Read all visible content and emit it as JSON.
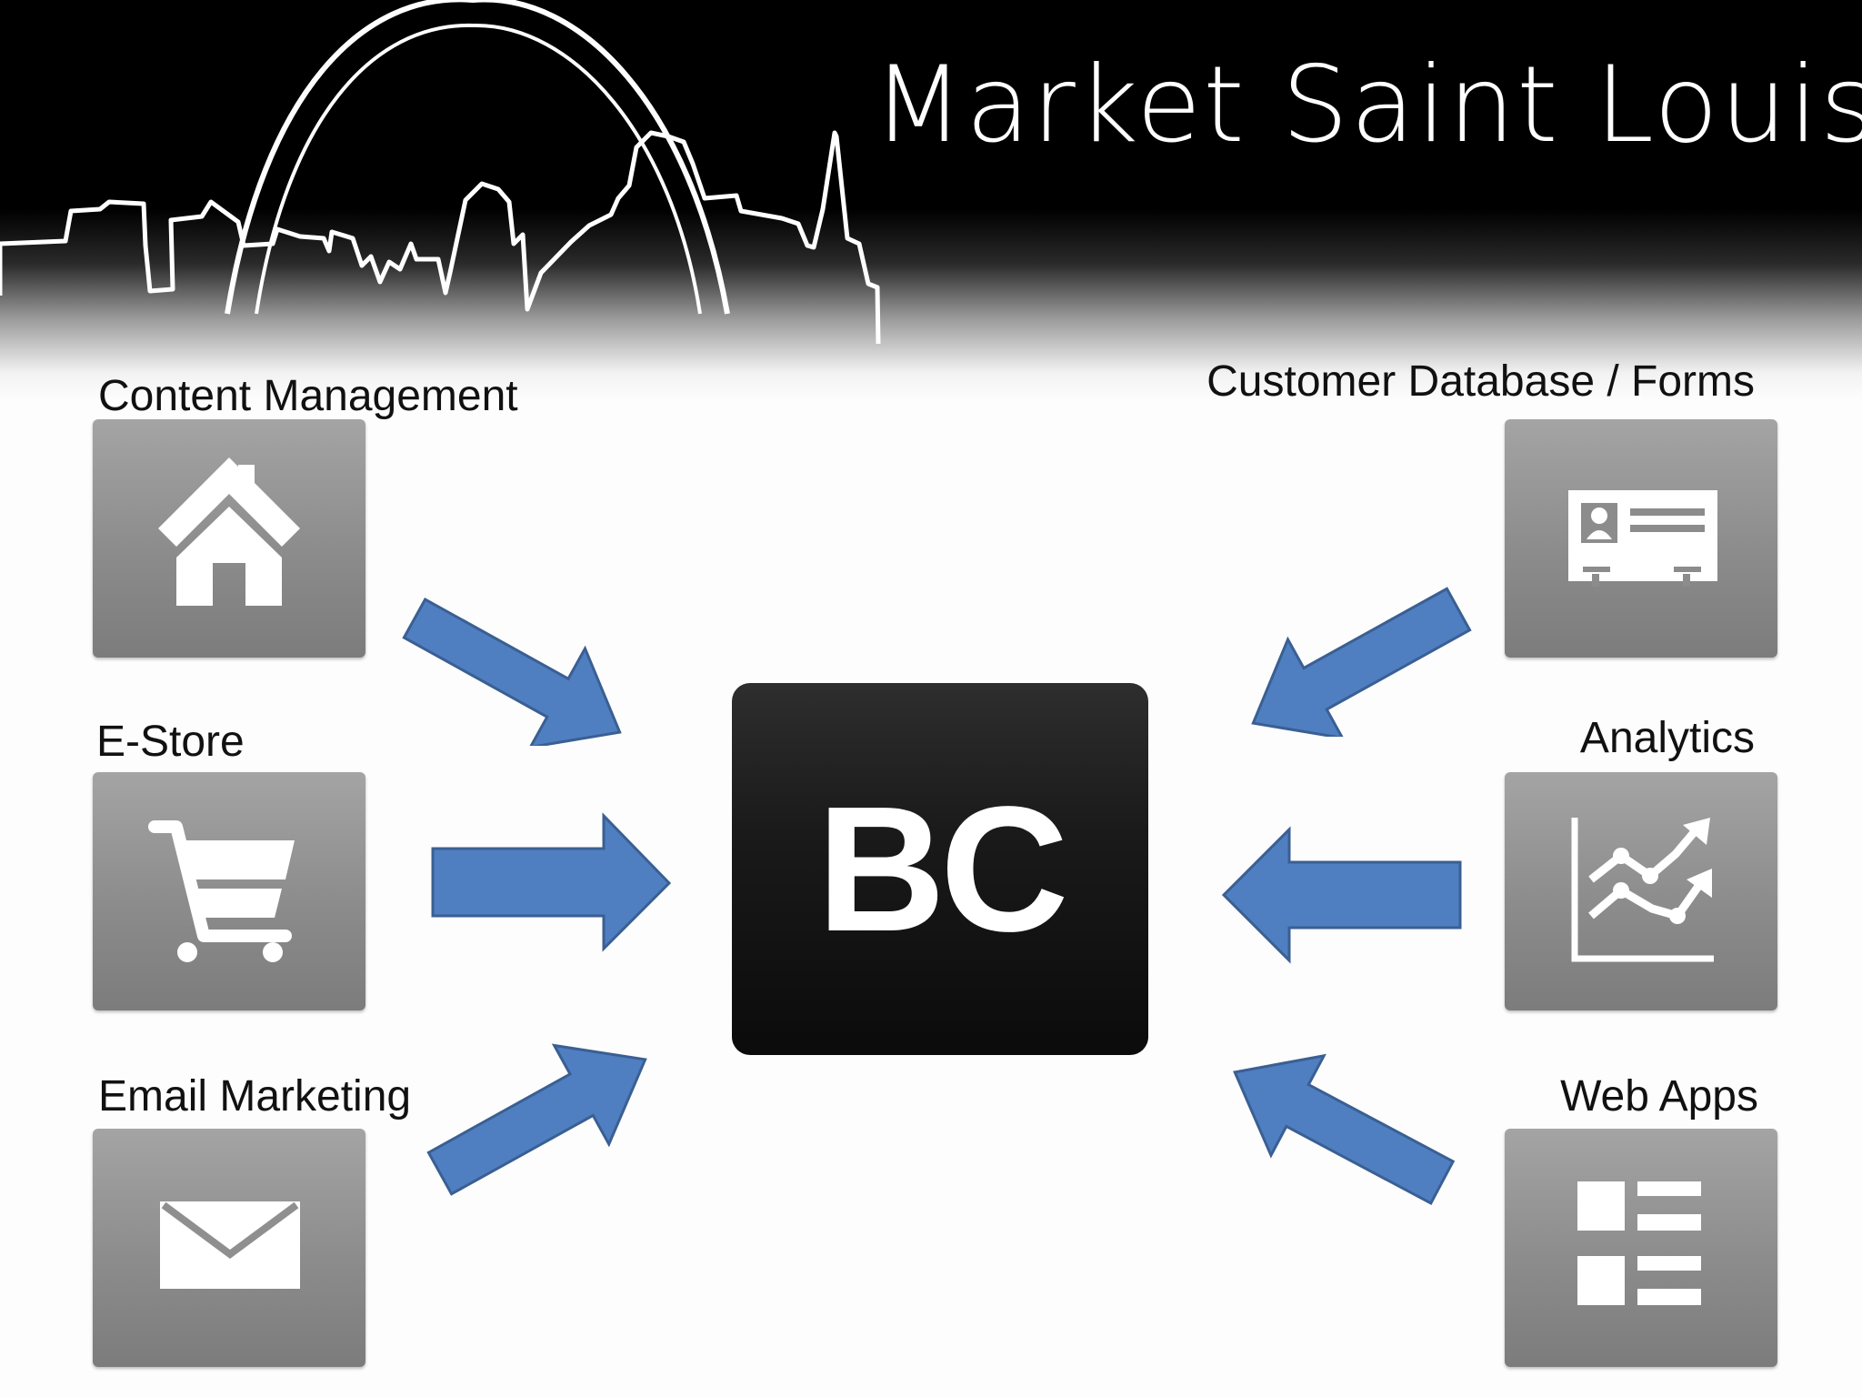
{
  "header": {
    "brand": "Market Saint Louis"
  },
  "center": {
    "logo_text": "BC"
  },
  "features": {
    "content_management": {
      "label": "Content Management",
      "icon": "house-icon"
    },
    "e_store": {
      "label": "E-Store",
      "icon": "shopping-cart-icon"
    },
    "email_marketing": {
      "label": "Email Marketing",
      "icon": "envelope-icon"
    },
    "customer_database": {
      "label": "Customer Database / Forms",
      "icon": "id-card-icon"
    },
    "analytics": {
      "label": "Analytics",
      "icon": "line-chart-icon"
    },
    "web_apps": {
      "label": "Web Apps",
      "icon": "app-list-icon"
    }
  },
  "colors": {
    "arrow_fill": "#4f7fc0",
    "arrow_stroke": "#3a5f93",
    "tile": "#8c8c8c",
    "center_box": "#111111"
  }
}
